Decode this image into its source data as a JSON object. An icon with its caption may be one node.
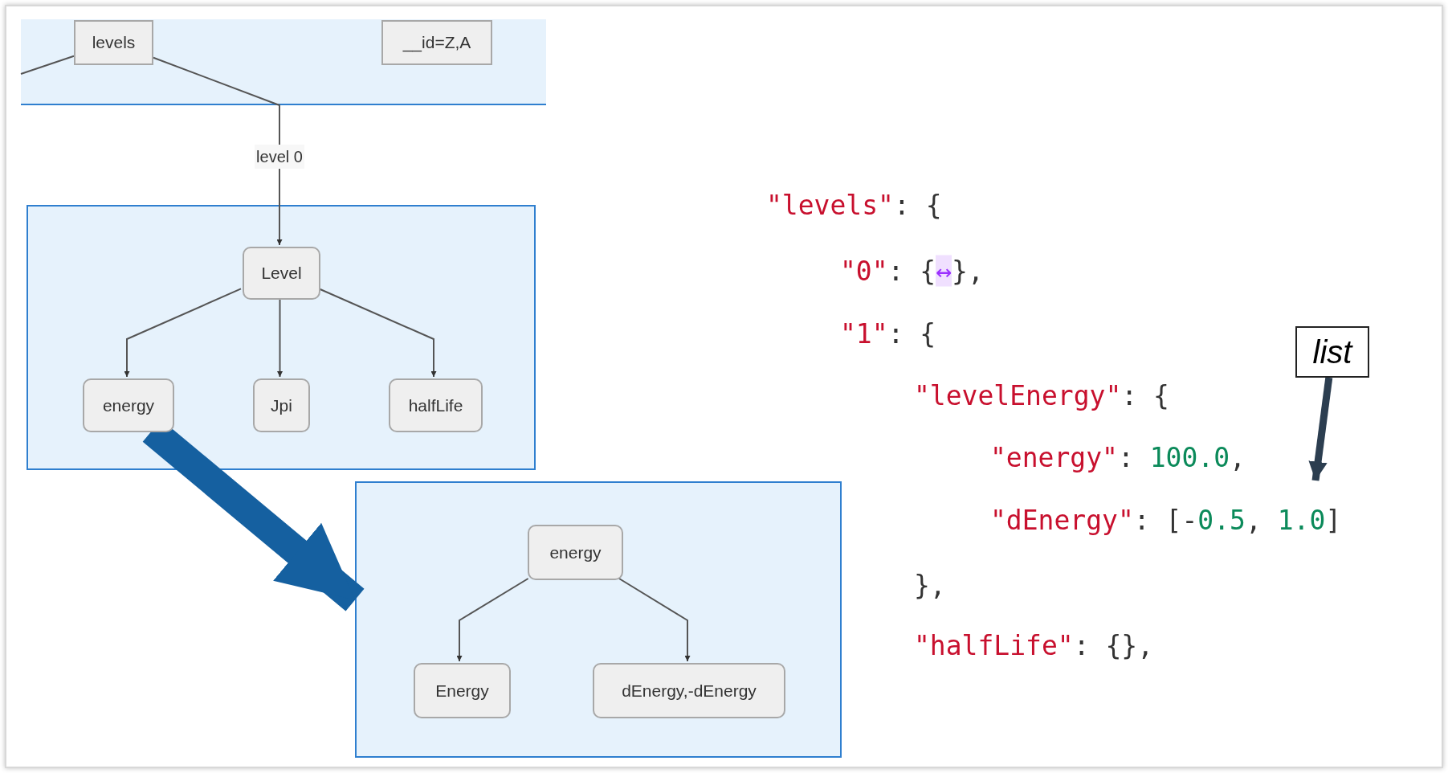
{
  "diagram": {
    "nodes": [
      {
        "text": [],
        "shape": "box"
      },
      {
        "text": [
          "levels"
        ],
        "in": 0
      },
      {
        "text": [
          "__id=Z,A"
        ],
        "in": 0
      },
      {
        "text": [],
        "shape": "box"
      },
      {
        "text": [
          "Level"
        ],
        "in": 3
      },
      {
        "text": [
          "energy"
        ],
        "in": 3
      },
      {
        "text": [
          "Jpi"
        ],
        "in": 3
      },
      {
        "text": [
          "halfLife"
        ],
        "in": 3
      },
      {
        "text": [],
        "shape": "box"
      },
      {
        "text": [
          "energy"
        ],
        "in": 8
      },
      {
        "text": [
          "Energy"
        ],
        "in": 8
      },
      {
        "text": [
          "dEnergy,-dEnergy"
        ],
        "in": 8
      },
      {
        "text": [
          "list"
        ]
      }
    ],
    "edges": [
      {
        "from": null,
        "to": 1,
        "arrow": "none"
      },
      {
        "from": 1,
        "to": 4,
        "arrow": "to",
        "label": "level 0"
      },
      {
        "from": 4,
        "to": 5,
        "arrow": "to"
      },
      {
        "from": 4,
        "to": 6,
        "arrow": "to"
      },
      {
        "from": 4,
        "to": 7,
        "arrow": "to"
      },
      {
        "from": 5,
        "to": 8,
        "arrow": "to",
        "style": "thick",
        "color": "#1560a0"
      },
      {
        "from": 9,
        "to": 10,
        "arrow": "to"
      },
      {
        "from": 9,
        "to": 11,
        "arrow": "to"
      },
      {
        "from": 12,
        "to": null,
        "arrow": "to",
        "style": "thick",
        "color": "#2c3e50"
      }
    ],
    "labels": [
      "\"levels\": {",
      "\"0\": {↔},",
      "\"1\": {",
      "\"levelEnergy\": {",
      "\"energy\": 100.0,",
      "\"dEnergy\": [-0.5, 1.0]",
      "},",
      "\"halfLife\": {},"
    ]
  }
}
